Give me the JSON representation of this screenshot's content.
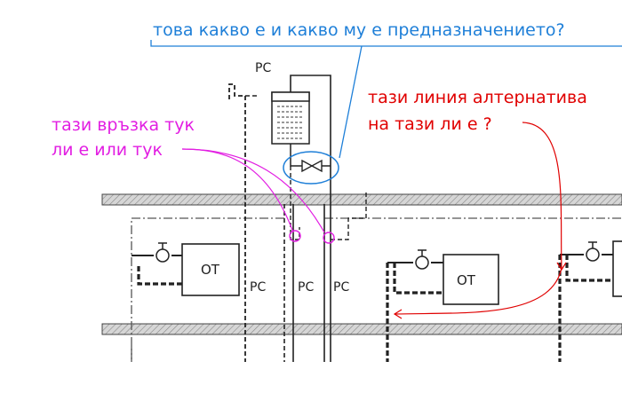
{
  "annotations": {
    "question_blue": "това какво е и какво му е предназначението?",
    "question_magenta_line1": "тази връзка тук",
    "question_magenta_line2": "ли е или тук",
    "question_red_line1": "тази линия алтернатива",
    "question_red_line2": "на тази ли е ?"
  },
  "labels": {
    "pc_top": "PC",
    "pc_1": "PC",
    "pc_2": "PC",
    "pc_3": "PC",
    "ot_1": "OT",
    "ot_2": "OT"
  },
  "colors": {
    "blue": "#1e7fd8",
    "magenta": "#e21ee2",
    "red": "#e00000",
    "line": "#333333",
    "wall_fill": "#c8c8c8"
  }
}
